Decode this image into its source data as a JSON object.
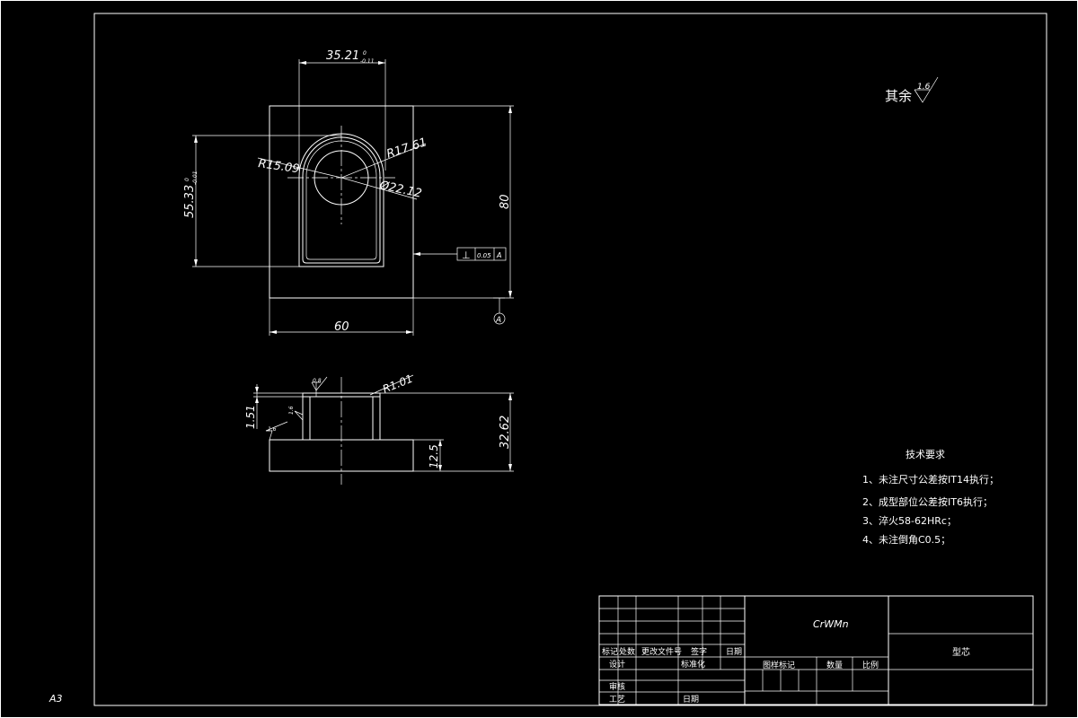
{
  "sheet": {
    "size_label": "A3"
  },
  "top_view": {
    "dim_width_top": "35.21",
    "dim_width_top_tol_upper": "0",
    "dim_width_top_tol_lower": "-0.11",
    "dim_height_left": "55.33",
    "dim_height_left_tol_upper": "0",
    "dim_height_left_tol_lower": "-0.01",
    "radius_1": "R15.09",
    "radius_2": "R17.61",
    "diameter": "Ø22.12",
    "dim_height_right": "80",
    "dim_width_bottom": "60",
    "tolerance_symbol": "⊥",
    "tolerance_value": "0.05",
    "tolerance_datum": "A",
    "datum_label": "A"
  },
  "section_view": {
    "radius": "R1.01",
    "roughness_top": "0.8",
    "roughness_side": "1.6",
    "roughness_base": "1.6",
    "dim_lip": "1.51",
    "dim_total_height": "32.62",
    "dim_base_height": "12.5"
  },
  "surface_finish": {
    "label": "其余",
    "value": "1.6"
  },
  "technical_requirements": {
    "title": "技术要求",
    "items": [
      "1、未注尺寸公差按IT14执行；",
      "2、成型部位公差按IT6执行；",
      "3、淬火58-62HRc；",
      "4、未注倒角C0.5；"
    ]
  },
  "title_block": {
    "material": "CrWMn",
    "part_name": "型芯",
    "rev_headers": [
      "标记",
      "处数",
      "更改文件号",
      "签字",
      "日期"
    ],
    "row_design": "设计",
    "row_standard_title": "标准化",
    "row_review": "审核",
    "row_process": "工艺",
    "row_date": "日期",
    "col_mark": "图样标记",
    "col_qty": "数量",
    "col_scale": "比例"
  }
}
